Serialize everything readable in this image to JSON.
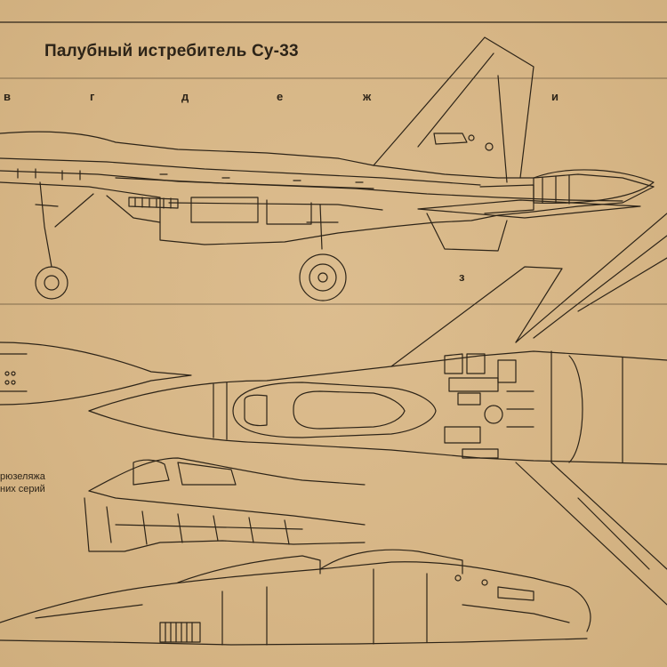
{
  "sheet": {
    "title": "Палубный истребитель Су-33",
    "grid_letters": [
      "в",
      "г",
      "д",
      "е",
      "ж",
      "и"
    ],
    "zone_label": "з",
    "notes": [
      "рюзеляжа",
      "них серий"
    ]
  },
  "colors": {
    "paper": "#d6b585",
    "ink": "#2d2418"
  }
}
